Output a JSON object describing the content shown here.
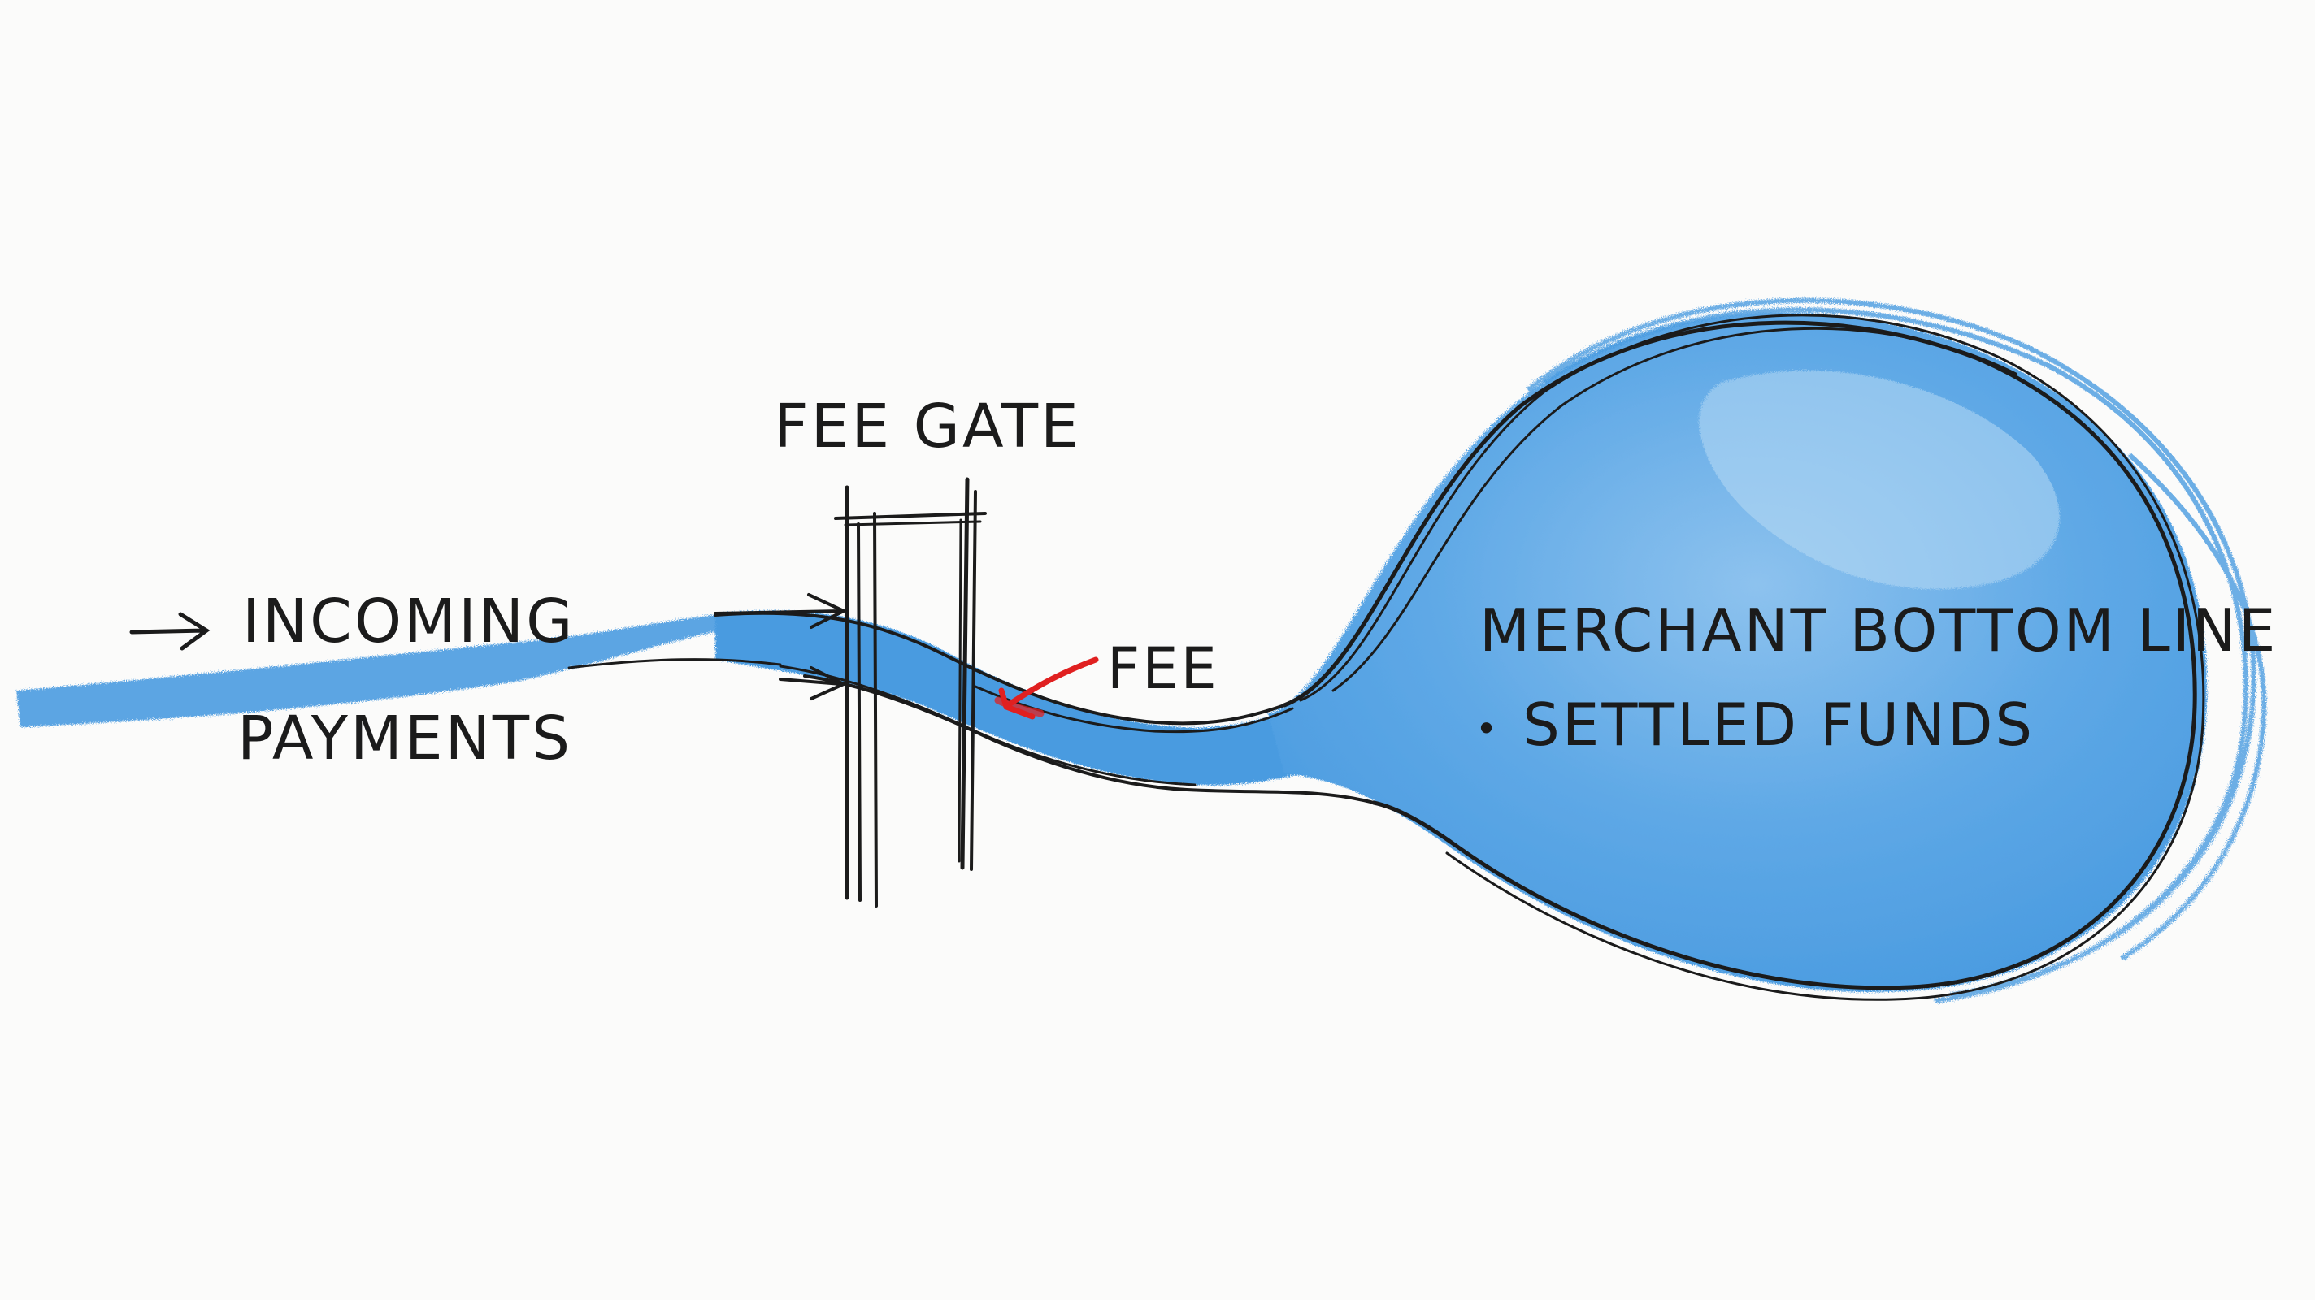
{
  "labels": {
    "incoming": "INCOMING",
    "payments": "PAYMENTS",
    "gate": "FEE GATE",
    "fee": "FEE",
    "merchant": "MERCHANT BOTTOM LINE",
    "bullet": "•",
    "settled": "SETTLED FUNDS"
  },
  "colors": {
    "paper": "#fbfbfa",
    "water": "#4a9be0",
    "water_light": "#8dc2ee",
    "ink": "#1b1b1b",
    "fee_mark": "#e02020"
  },
  "icons": {
    "arrow": "right-arrow-icon",
    "fee_pointer": "red-arrow-icon"
  }
}
